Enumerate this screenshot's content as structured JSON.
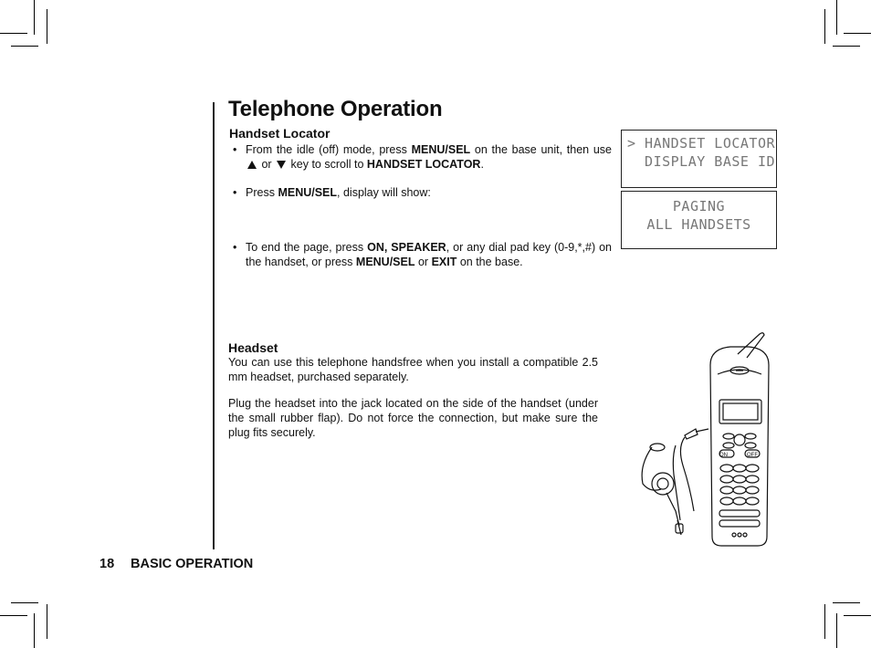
{
  "page": {
    "title": "Telephone Operation",
    "footer": {
      "page_number": "18",
      "section": "BASIC OPERATION"
    }
  },
  "handset_locator": {
    "heading": "Handset Locator",
    "bullet_symbol": "•",
    "bullet1": {
      "prefix": "From the idle (off) mode, press ",
      "key1": "MENU/SEL",
      "mid1": " on the base unit, then use ",
      "up_icon": "up-arrow-icon",
      "or_text": " or ",
      "down_icon": "down-arrow-icon",
      "mid2": " key to scroll to ",
      "target": "HANDSET LOCATOR",
      "end": "."
    },
    "bullet2": {
      "prefix": "Press ",
      "key": "MENU/SEL",
      "suffix": ", display will show:"
    },
    "bullet3": {
      "prefix": "To end the page, press ",
      "keys1": "ON, SPEAKER",
      "mid1": ", or any dial pad key (0-9,*,#) on the handset, or press ",
      "key2": "MENU/SEL",
      "or_text": " or ",
      "key3": "EXIT",
      "suffix": " on the base."
    }
  },
  "lcd_menu": {
    "line1": "> HANDSET LOCATOR",
    "line2": "  DISPLAY BASE ID"
  },
  "lcd_paging": {
    "line1": "PAGING",
    "line2": "ALL HANDSETS"
  },
  "headset": {
    "heading": "Headset",
    "para1": "You can use this telephone handsfree when you install a compatible 2.5 mm headset, purchased separately.",
    "para2": "Plug the headset into the jack located on the side of the handset (under the small rubber flap). Do not force the connection, but make sure the plug fits securely."
  },
  "phone_labels": {
    "on": "ON",
    "off": "OFF"
  }
}
